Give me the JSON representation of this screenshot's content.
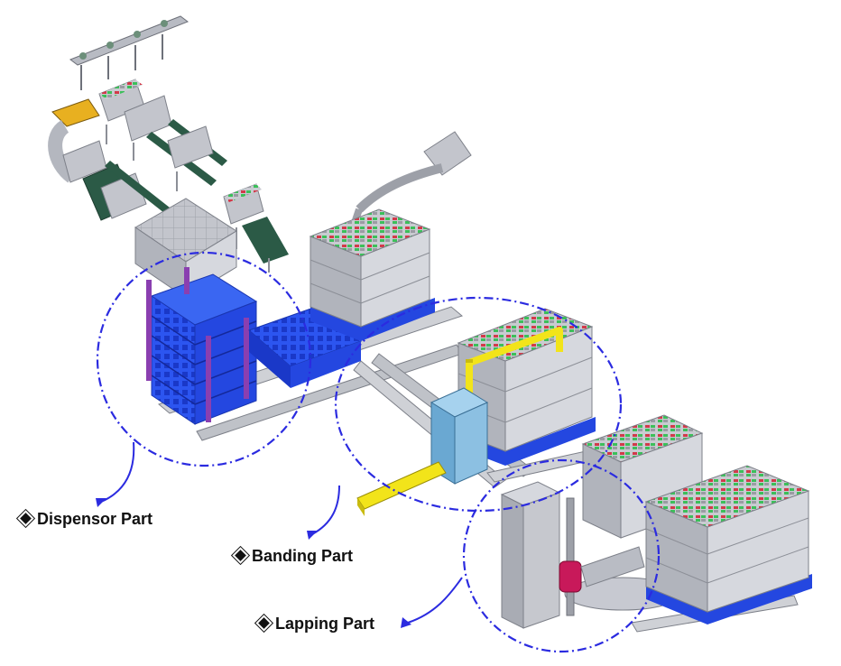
{
  "labels": {
    "dispensor": "Dispensor Part",
    "banding": "Banding Part",
    "lapping": "Lapping Part"
  },
  "colors": {
    "pallet_blue": "#2447e0",
    "dash_circle": "#2b2be0",
    "box_gray": "#c4c6cc",
    "banding_yellow": "#f2e41a",
    "banding_cyan": "#7ab6dc",
    "lapping_magenta": "#c8195a"
  }
}
